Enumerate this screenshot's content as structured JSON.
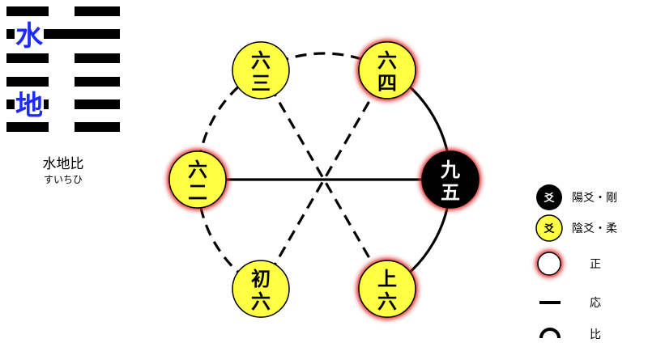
{
  "hexagram": {
    "upper_trigram_char": "水",
    "lower_trigram_char": "地",
    "name": "水地比",
    "reading": "すいちひ"
  },
  "lines": [
    {
      "id": "line-1",
      "label_top": "初",
      "label_bottom": "六",
      "type": "yin",
      "correct": false
    },
    {
      "id": "line-2",
      "label_top": "六",
      "label_bottom": "二",
      "type": "yin",
      "correct": true
    },
    {
      "id": "line-3",
      "label_top": "六",
      "label_bottom": "三",
      "type": "yin",
      "correct": false
    },
    {
      "id": "line-4",
      "label_top": "六",
      "label_bottom": "四",
      "type": "yin",
      "correct": true
    },
    {
      "id": "line-5",
      "label_top": "九",
      "label_bottom": "五",
      "type": "yang",
      "correct": true
    },
    {
      "id": "line-6",
      "label_top": "上",
      "label_bottom": "六",
      "type": "yin",
      "correct": true
    }
  ],
  "connections": {
    "correspondence_solid": [
      [
        "line-2",
        "line-5"
      ]
    ],
    "correspondence_dashed": [
      [
        "line-1",
        "line-4"
      ],
      [
        "line-3",
        "line-6"
      ]
    ],
    "adjacent_solid": [
      [
        "line-4",
        "line-5"
      ],
      [
        "line-5",
        "line-6"
      ]
    ],
    "adjacent_dashed": [
      [
        "line-1",
        "line-2"
      ],
      [
        "line-2",
        "line-3"
      ],
      [
        "line-3",
        "line-4"
      ]
    ]
  },
  "legend": {
    "yang_symbol": "爻",
    "yang_label": "陽爻・剛",
    "yin_symbol": "爻",
    "yin_label": "陰爻・柔",
    "correct_label": "正",
    "response_label": "応",
    "adjacent_label": "比"
  },
  "colors": {
    "yin_fill": "#ffff44",
    "yang_fill": "#000000",
    "correct_glow": "#e02020",
    "trigram_text": "#1e2bff",
    "line": "#000000"
  }
}
